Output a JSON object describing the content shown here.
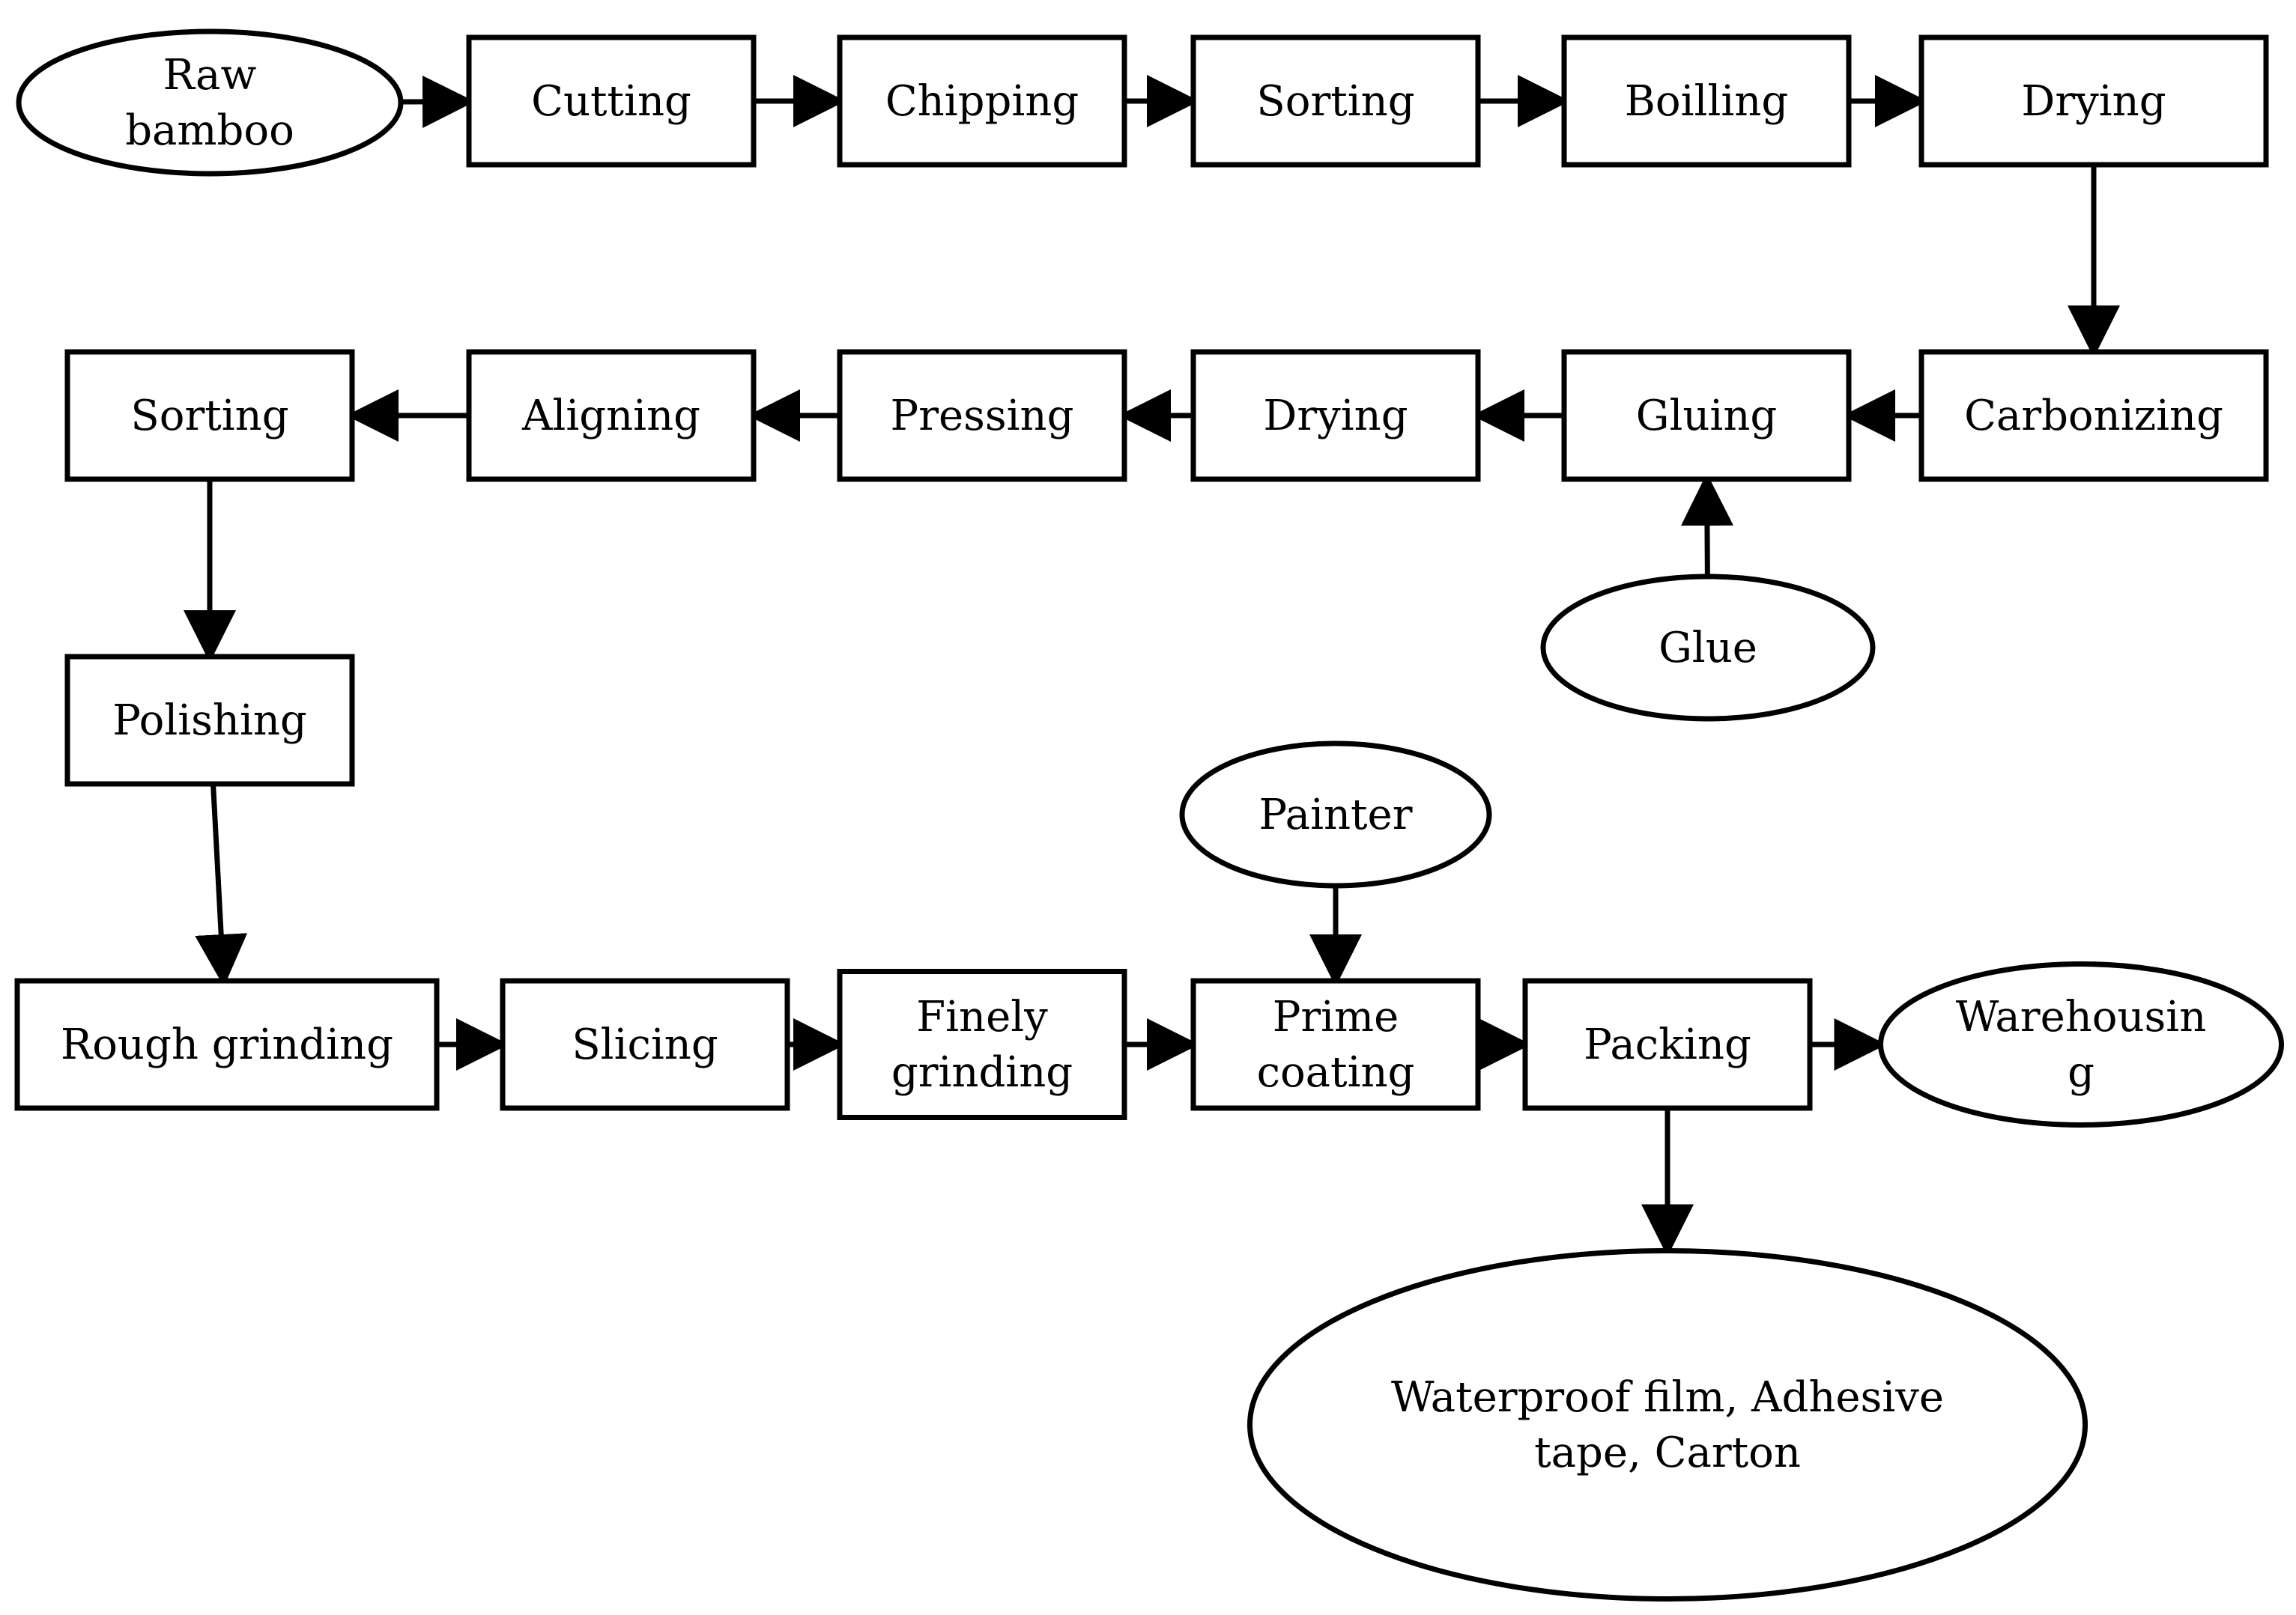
{
  "nodes": {
    "raw_bamboo": {
      "lines": [
        "Raw",
        "bamboo"
      ],
      "shape": "ellipse"
    },
    "cutting": {
      "lines": [
        "Cutting"
      ],
      "shape": "rect"
    },
    "chipping": {
      "lines": [
        "Chipping"
      ],
      "shape": "rect"
    },
    "sorting_1": {
      "lines": [
        "Sorting"
      ],
      "shape": "rect"
    },
    "boilling": {
      "lines": [
        "Boilling"
      ],
      "shape": "rect"
    },
    "drying_1": {
      "lines": [
        "Drying"
      ],
      "shape": "rect"
    },
    "carbonizing": {
      "lines": [
        "Carbonizing"
      ],
      "shape": "rect"
    },
    "gluing": {
      "lines": [
        "Gluing"
      ],
      "shape": "rect"
    },
    "glue": {
      "lines": [
        "Glue"
      ],
      "shape": "ellipse"
    },
    "drying_2": {
      "lines": [
        "Drying"
      ],
      "shape": "rect"
    },
    "pressing": {
      "lines": [
        "Pressing"
      ],
      "shape": "rect"
    },
    "aligning": {
      "lines": [
        "Aligning"
      ],
      "shape": "rect"
    },
    "sorting_2": {
      "lines": [
        "Sorting"
      ],
      "shape": "rect"
    },
    "polishing": {
      "lines": [
        "Polishing"
      ],
      "shape": "rect"
    },
    "rough_grinding": {
      "lines": [
        "Rough grinding"
      ],
      "shape": "rect"
    },
    "slicing": {
      "lines": [
        "Slicing"
      ],
      "shape": "rect"
    },
    "finely_grinding": {
      "lines": [
        "Finely",
        "grinding"
      ],
      "shape": "rect"
    },
    "painter": {
      "lines": [
        "Painter"
      ],
      "shape": "ellipse"
    },
    "prime_coating": {
      "lines": [
        "Prime",
        "coating"
      ],
      "shape": "rect"
    },
    "packing": {
      "lines": [
        "Packing"
      ],
      "shape": "rect"
    },
    "warehousing": {
      "lines": [
        "Warehousin",
        "g"
      ],
      "shape": "ellipse"
    },
    "materials": {
      "lines": [
        "Waterproof film, Adhesive",
        "tape, Carton"
      ],
      "shape": "ellipse"
    }
  },
  "edges": [
    {
      "from": "raw_bamboo",
      "to": "cutting"
    },
    {
      "from": "cutting",
      "to": "chipping"
    },
    {
      "from": "chipping",
      "to": "sorting_1"
    },
    {
      "from": "sorting_1",
      "to": "boilling"
    },
    {
      "from": "boilling",
      "to": "drying_1"
    },
    {
      "from": "drying_1",
      "to": "carbonizing"
    },
    {
      "from": "carbonizing",
      "to": "gluing"
    },
    {
      "from": "glue",
      "to": "gluing"
    },
    {
      "from": "gluing",
      "to": "drying_2"
    },
    {
      "from": "drying_2",
      "to": "pressing"
    },
    {
      "from": "pressing",
      "to": "aligning"
    },
    {
      "from": "aligning",
      "to": "sorting_2"
    },
    {
      "from": "sorting_2",
      "to": "polishing"
    },
    {
      "from": "polishing",
      "to": "rough_grinding"
    },
    {
      "from": "rough_grinding",
      "to": "slicing"
    },
    {
      "from": "slicing",
      "to": "finely_grinding"
    },
    {
      "from": "finely_grinding",
      "to": "prime_coating"
    },
    {
      "from": "painter",
      "to": "prime_coating"
    },
    {
      "from": "prime_coating",
      "to": "packing"
    },
    {
      "from": "packing",
      "to": "warehousing"
    },
    {
      "from": "packing",
      "to": "materials"
    }
  ],
  "colors": {
    "stroke": "#000000",
    "fill": "#ffffff",
    "text": "#000000"
  }
}
